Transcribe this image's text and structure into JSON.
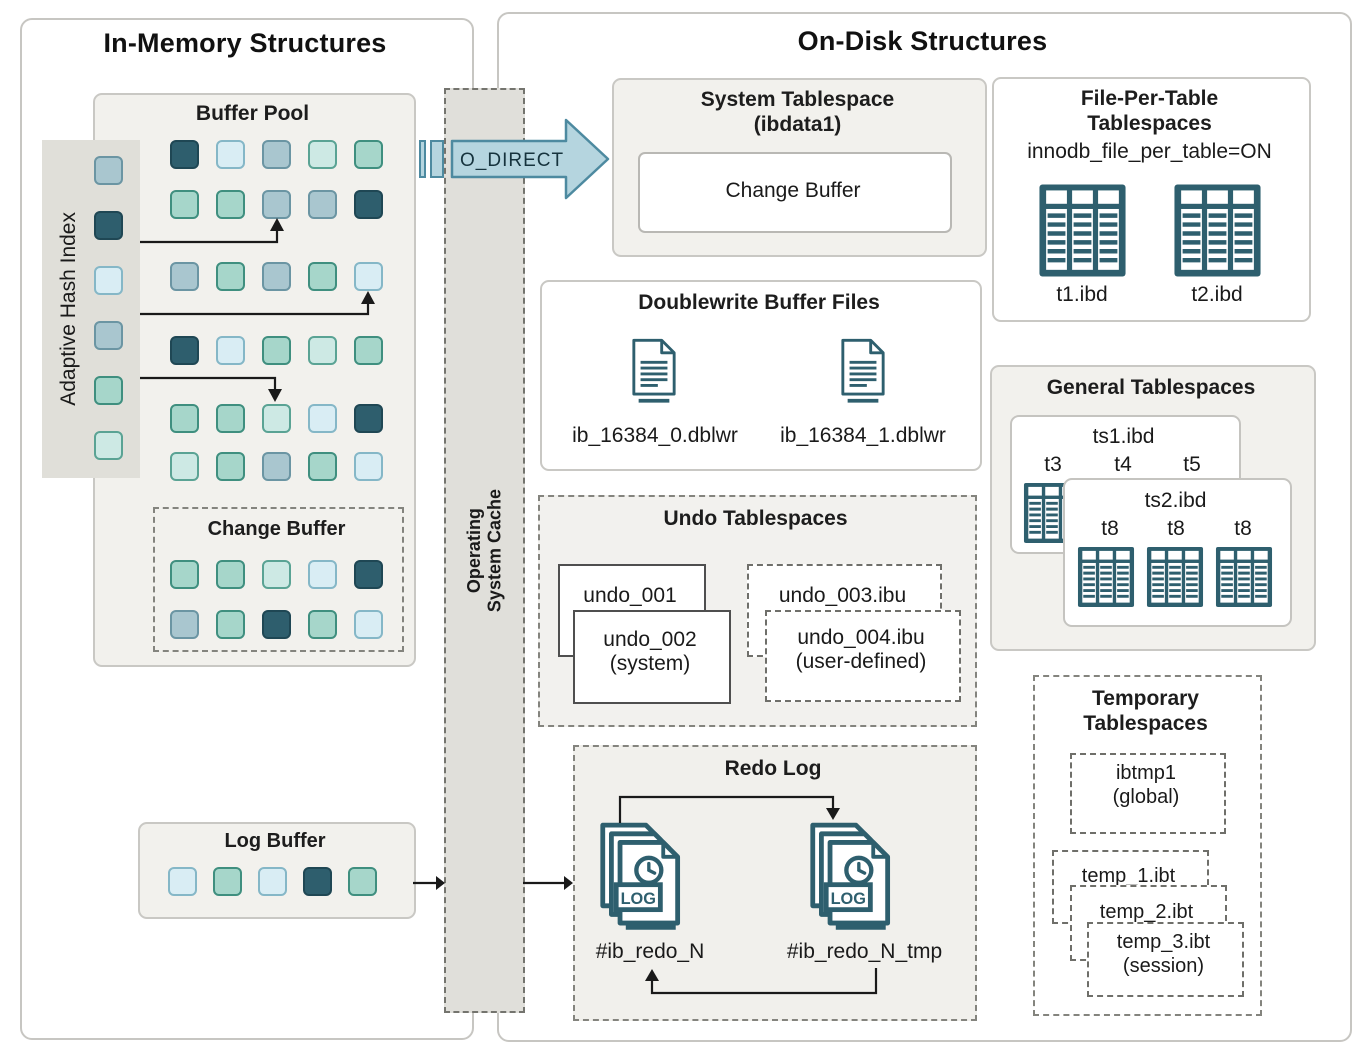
{
  "in_memory": {
    "title": "In-Memory Structures",
    "buffer_pool": {
      "title": "Buffer Pool",
      "rows": [
        [
          "dark",
          "paleblue",
          "bluegray",
          "paleteal",
          "teal"
        ],
        [
          "teal",
          "teal",
          "bluegray",
          "bluegray",
          "dark"
        ],
        [
          "bluegray",
          "teal",
          "bluegray",
          "teal",
          "paleblue"
        ],
        [
          "dark",
          "paleblue",
          "teal",
          "paleteal",
          "teal"
        ],
        [
          "teal",
          "teal",
          "paleteal",
          "paleblue",
          "dark"
        ],
        [
          "paleteal",
          "teal",
          "bluegray",
          "teal",
          "paleblue"
        ]
      ]
    },
    "adaptive_hash_index": {
      "label": "Adaptive Hash Index",
      "cells": [
        "bluegray",
        "dark",
        "paleblue",
        "bluegray",
        "teal",
        "paleteal"
      ]
    },
    "change_buffer": {
      "title": "Change Buffer",
      "rows": [
        [
          "teal",
          "teal",
          "paleteal",
          "paleblue",
          "dark"
        ],
        [
          "bluegray",
          "teal",
          "dark",
          "teal",
          "paleblue"
        ]
      ]
    },
    "log_buffer": {
      "title": "Log Buffer",
      "cells": [
        "paleblue",
        "teal",
        "paleblue",
        "dark",
        "teal"
      ]
    }
  },
  "os_cache": {
    "line1": "Operating",
    "line2": "System Cache",
    "o_direct": "O_DIRECT"
  },
  "on_disk": {
    "title": "On-Disk Structures",
    "system_tablespace": {
      "title_line1": "System Tablespace",
      "title_line2": "(ibdata1)",
      "inner_label": "Change Buffer"
    },
    "doublewrite": {
      "title": "Doublewrite Buffer Files",
      "file1": "ib_16384_0.dblwr",
      "file2": "ib_16384_1.dblwr"
    },
    "undo": {
      "title": "Undo Tablespaces",
      "u1": "undo_001",
      "u2_line1": "undo_002",
      "u2_line2": "(system)",
      "u3": "undo_003.ibu",
      "u4_line1": "undo_004.ibu",
      "u4_line2": "(user-defined)"
    },
    "redo": {
      "title": "Redo Log",
      "log_label": "LOG",
      "file1": "#ib_redo_N",
      "file2": "#ib_redo_N_tmp"
    },
    "file_per_table": {
      "title_line1": "File-Per-Table",
      "title_line2": "Tablespaces",
      "setting": "innodb_file_per_table=ON",
      "t1": "t1.ibd",
      "t2": "t2.ibd"
    },
    "general": {
      "title": "General Tablespaces",
      "ts1": "ts1.ibd",
      "ts1_tables": [
        "t3",
        "t4",
        "t5"
      ],
      "ts2": "ts2.ibd",
      "ts2_tables": [
        "t8",
        "t8",
        "t8"
      ]
    },
    "temporary": {
      "title_line1": "Temporary",
      "title_line2": "Tablespaces",
      "ibtmp_line1": "ibtmp1",
      "ibtmp_line2": "(global)",
      "temp1": "temp_1.ibt",
      "temp2": "temp_2.ibt",
      "temp3_line1": "temp_3.ibt",
      "temp3_line2": "(session)"
    }
  },
  "colors": {
    "dark": {
      "fill": "#2e5e6d",
      "border": "#1f4754"
    },
    "teal": {
      "fill": "#a6d6ca",
      "border": "#3f8f7f"
    },
    "paleteal": {
      "fill": "#cde9e4",
      "border": "#5aa394"
    },
    "bluegray": {
      "fill": "#a9c6cf",
      "border": "#6b95a3"
    },
    "paleblue": {
      "fill": "#d9edf4",
      "border": "#85b7c7"
    },
    "accent_arrow_fill": "#b5d5df",
    "accent_arrow_stroke": "#4d8aa0",
    "icon_teal": "#2e5f6e"
  }
}
